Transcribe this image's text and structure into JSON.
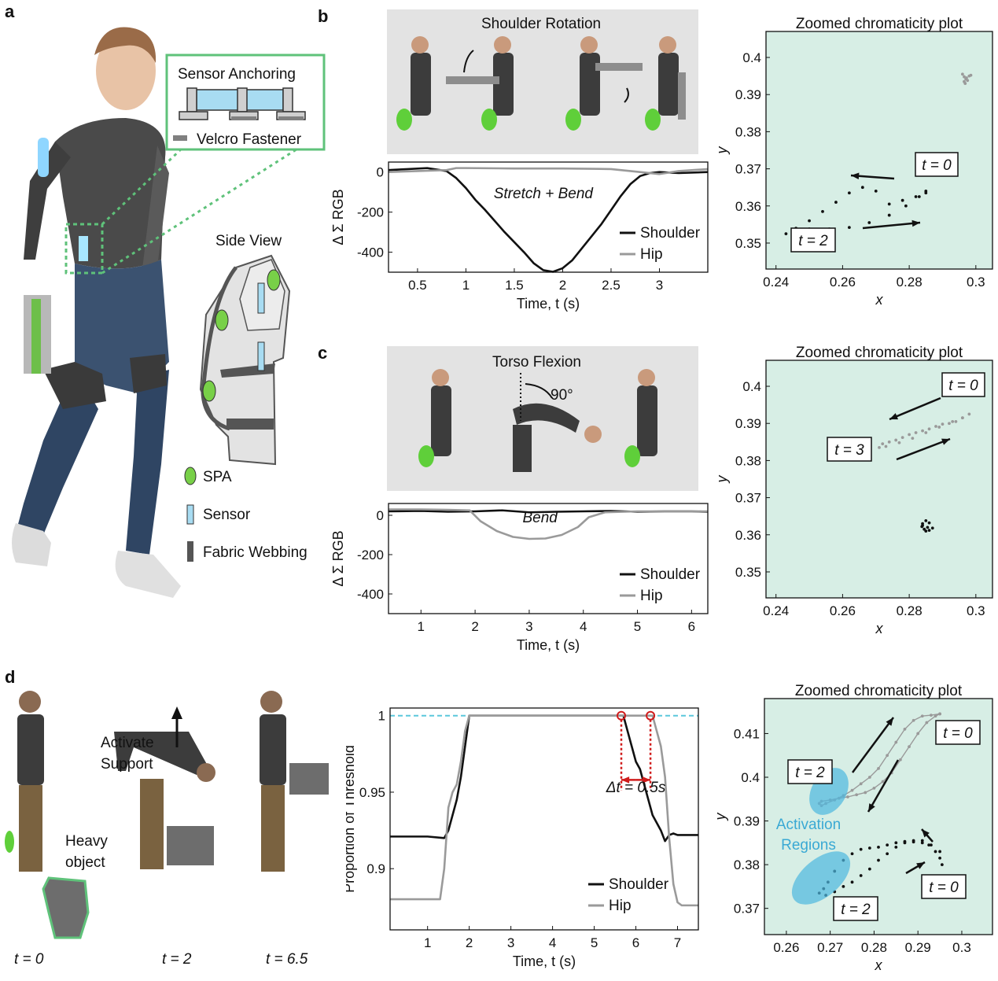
{
  "panels": {
    "a": "a",
    "b": "b",
    "c": "c",
    "d": "d"
  },
  "panel_a": {
    "sensor_anchoring": "Sensor Anchoring",
    "velcro": "Velcro Fastener",
    "side_view": "Side View",
    "legend": [
      "SPA",
      "Sensor",
      "Fabric Webbing"
    ]
  },
  "panel_b": {
    "photo_title": "Shoulder Rotation"
  },
  "panel_c": {
    "photo_title": "Torso Flexion",
    "angle": "90°"
  },
  "panel_d": {
    "activate": [
      "Activate",
      "Support"
    ],
    "heavy": [
      "Heavy",
      "object"
    ],
    "time_labels": [
      "t = 0",
      "t = 2",
      "t = 6.5"
    ]
  },
  "colors": {
    "shoulder": "#111111",
    "hip": "#9a9a9a",
    "threshold": "#5bc8dc",
    "marker": "#d01c1c",
    "chroma_bg": "#d7eee5",
    "activation": "#4db8e0"
  },
  "chart_data": [
    {
      "id": "b_time",
      "type": "line",
      "xlabel": "Time, t (s)",
      "ylabel": "Δ Σ RGB",
      "xlim": [
        0.2,
        3.5
      ],
      "ylim": [
        -500,
        50
      ],
      "xticks": [
        0.5,
        1,
        1.5,
        2,
        2.5,
        3
      ],
      "xtick_labels": [
        "0.5",
        "1",
        "1.5",
        "2",
        "2.5",
        "3"
      ],
      "yticks": [
        0,
        -200,
        -400
      ],
      "ytick_labels": [
        "0",
        "-200",
        "-400"
      ],
      "annotation": "Stretch + Bend",
      "legend": "bottom-right",
      "series": [
        {
          "name": "Shoulder",
          "x": [
            0.2,
            0.4,
            0.6,
            0.8,
            0.9,
            1.0,
            1.1,
            1.2,
            1.3,
            1.4,
            1.5,
            1.6,
            1.7,
            1.8,
            1.9,
            2.0,
            2.1,
            2.2,
            2.3,
            2.4,
            2.5,
            2.6,
            2.7,
            2.8,
            2.9,
            3.0,
            3.2,
            3.5
          ],
          "y": [
            10,
            15,
            20,
            5,
            -30,
            -80,
            -140,
            -190,
            -245,
            -300,
            -350,
            -400,
            -455,
            -490,
            -498,
            -480,
            -440,
            -380,
            -320,
            -260,
            -190,
            -120,
            -60,
            -20,
            -5,
            0,
            -5,
            0
          ]
        },
        {
          "name": "Hip",
          "x": [
            0.2,
            0.5,
            0.8,
            0.9,
            1.0,
            1.5,
            2.0,
            2.5,
            2.8,
            3.0,
            3.2,
            3.5
          ],
          "y": [
            0,
            5,
            10,
            20,
            20,
            18,
            18,
            15,
            0,
            -10,
            5,
            15
          ]
        }
      ]
    },
    {
      "id": "b_chroma",
      "type": "scatter",
      "title": "Zoomed chromaticity plot",
      "xlabel": "x",
      "ylabel": "y",
      "xlim": [
        0.237,
        0.305
      ],
      "ylim": [
        0.343,
        0.407
      ],
      "xticks": [
        0.24,
        0.26,
        0.28,
        0.3
      ],
      "xtick_labels": [
        "0.24",
        "0.26",
        "0.28",
        "0.3"
      ],
      "yticks": [
        0.35,
        0.36,
        0.37,
        0.38,
        0.39,
        0.4
      ],
      "ytick_labels": [
        "0.35",
        "0.36",
        "0.37",
        "0.38",
        "0.39",
        "0.4"
      ],
      "annotations": [
        "t = 0",
        "t = 2"
      ],
      "series": [
        {
          "name": "Shoulder",
          "x": [
            0.285,
            0.282,
            0.278,
            0.274,
            0.27,
            0.266,
            0.262,
            0.258,
            0.254,
            0.25,
            0.246,
            0.243,
            0.245,
            0.25,
            0.256,
            0.262,
            0.268,
            0.274,
            0.279,
            0.283,
            0.285
          ],
          "y": [
            0.3635,
            0.3625,
            0.3615,
            0.3605,
            0.364,
            0.365,
            0.3635,
            0.361,
            0.3585,
            0.356,
            0.354,
            0.3525,
            0.353,
            0.3538,
            0.3538,
            0.3542,
            0.3555,
            0.3575,
            0.36,
            0.3625,
            0.364
          ]
        },
        {
          "name": "Hip",
          "x": [
            0.296,
            0.2965,
            0.297,
            0.2975,
            0.298,
            0.2965,
            0.2972,
            0.2985,
            0.2968
          ],
          "y": [
            0.3955,
            0.3948,
            0.3942,
            0.3938,
            0.395,
            0.3935,
            0.3945,
            0.3952,
            0.393
          ]
        }
      ]
    },
    {
      "id": "c_time",
      "type": "line",
      "xlabel": "Time, t (s)",
      "ylabel": "Δ Σ RGB",
      "xlim": [
        0.4,
        6.3
      ],
      "ylim": [
        -500,
        60
      ],
      "xticks": [
        1,
        2,
        3,
        4,
        5,
        6
      ],
      "xtick_labels": [
        "1",
        "2",
        "3",
        "4",
        "5",
        "6"
      ],
      "yticks": [
        0,
        -200,
        -400
      ],
      "ytick_labels": [
        "0",
        "-200",
        "-400"
      ],
      "annotation": "Bend",
      "legend": "bottom-right",
      "series": [
        {
          "name": "Shoulder",
          "x": [
            0.4,
            1.0,
            1.5,
            2.0,
            2.5,
            3.0,
            3.5,
            4.0,
            4.5,
            5.0,
            5.5,
            6.0,
            6.3
          ],
          "y": [
            20,
            22,
            18,
            20,
            25,
            15,
            18,
            20,
            22,
            18,
            20,
            20,
            18
          ]
        },
        {
          "name": "Hip",
          "x": [
            0.4,
            1.0,
            1.5,
            1.9,
            2.1,
            2.4,
            2.7,
            3.0,
            3.3,
            3.6,
            3.9,
            4.1,
            4.4,
            5.0,
            5.5,
            6.0,
            6.3
          ],
          "y": [
            30,
            30,
            28,
            25,
            -30,
            -80,
            -110,
            -120,
            -118,
            -100,
            -60,
            -10,
            15,
            20,
            20,
            20,
            20
          ]
        }
      ]
    },
    {
      "id": "c_chroma",
      "type": "scatter",
      "title": "Zoomed chromaticity plot",
      "xlabel": "x",
      "ylabel": "y",
      "xlim": [
        0.237,
        0.305
      ],
      "ylim": [
        0.343,
        0.407
      ],
      "xticks": [
        0.24,
        0.26,
        0.28,
        0.3
      ],
      "xtick_labels": [
        "0.24",
        "0.26",
        "0.28",
        "0.3"
      ],
      "yticks": [
        0.35,
        0.36,
        0.37,
        0.38,
        0.39,
        0.4
      ],
      "ytick_labels": [
        "0.35",
        "0.36",
        "0.37",
        "0.38",
        "0.39",
        "0.4"
      ],
      "annotations": [
        "t = 0",
        "t = 3"
      ],
      "series": [
        {
          "name": "Shoulder",
          "x": [
            0.284,
            0.285,
            0.286,
            0.2855,
            0.284,
            0.2845,
            0.286,
            0.287,
            0.285,
            0.2838
          ],
          "y": [
            0.363,
            0.3638,
            0.3632,
            0.362,
            0.3625,
            0.3615,
            0.3612,
            0.3618,
            0.361,
            0.3622
          ]
        },
        {
          "name": "Hip",
          "x": [
            0.298,
            0.296,
            0.294,
            0.292,
            0.29,
            0.288,
            0.286,
            0.284,
            0.282,
            0.28,
            0.278,
            0.276,
            0.274,
            0.272,
            0.271,
            0.273,
            0.277,
            0.281,
            0.285,
            0.289,
            0.293,
            0.296
          ],
          "y": [
            0.3925,
            0.3915,
            0.3905,
            0.39,
            0.3898,
            0.3892,
            0.3885,
            0.388,
            0.3875,
            0.387,
            0.3862,
            0.3855,
            0.385,
            0.3845,
            0.3835,
            0.3838,
            0.3848,
            0.386,
            0.3875,
            0.389,
            0.3905,
            0.3915
          ]
        }
      ]
    },
    {
      "id": "d_time",
      "type": "line",
      "xlabel": "Time, t (s)",
      "ylabel": "Proportion of Threshold",
      "xlim": [
        0.1,
        7.5
      ],
      "ylim": [
        0.86,
        1.005
      ],
      "xticks": [
        1,
        2,
        3,
        4,
        5,
        6,
        7
      ],
      "xtick_labels": [
        "1",
        "2",
        "3",
        "4",
        "5",
        "6",
        "7"
      ],
      "yticks": [
        0.9,
        0.95,
        1
      ],
      "ytick_labels": [
        "0.9",
        "0.95",
        "1"
      ],
      "threshold": 1,
      "annotation": "Δt = 0.5s",
      "markers": [
        {
          "x": 5.65,
          "y": 1
        },
        {
          "x": 6.35,
          "y": 1
        }
      ],
      "legend": "bottom-right",
      "series": [
        {
          "name": "Shoulder",
          "x": [
            0.1,
            1.0,
            1.4,
            1.5,
            1.6,
            1.7,
            1.8,
            1.9,
            2.0,
            5.7,
            5.8,
            5.9,
            6.0,
            6.1,
            6.2,
            6.3,
            6.4,
            6.5,
            6.6,
            6.7,
            6.8,
            6.9,
            7.0,
            7.5
          ],
          "y": [
            0.921,
            0.921,
            0.92,
            0.925,
            0.935,
            0.945,
            0.96,
            0.98,
            1.0,
            1.0,
            0.99,
            0.98,
            0.97,
            0.965,
            0.955,
            0.945,
            0.935,
            0.93,
            0.925,
            0.918,
            0.922,
            0.923,
            0.922,
            0.922
          ]
        },
        {
          "name": "Hip",
          "x": [
            0.1,
            1.0,
            1.3,
            1.4,
            1.5,
            1.6,
            1.7,
            1.8,
            1.9,
            2.0,
            6.4,
            6.5,
            6.6,
            6.7,
            6.8,
            6.9,
            7.0,
            7.1,
            7.2,
            7.5
          ],
          "y": [
            0.88,
            0.88,
            0.88,
            0.9,
            0.94,
            0.95,
            0.955,
            0.97,
            0.99,
            1.0,
            1.0,
            0.99,
            0.98,
            0.96,
            0.92,
            0.89,
            0.878,
            0.876,
            0.876,
            0.876
          ]
        }
      ]
    },
    {
      "id": "d_chroma",
      "type": "scatter",
      "title": "Zoomed chromaticity plot",
      "xlabel": "x",
      "ylabel": "y",
      "xlim": [
        0.255,
        0.307
      ],
      "ylim": [
        0.364,
        0.418
      ],
      "xticks": [
        0.26,
        0.27,
        0.28,
        0.29,
        0.3
      ],
      "xtick_labels": [
        "0.26",
        "0.27",
        "0.28",
        "0.29",
        "0.3"
      ],
      "yticks": [
        0.37,
        0.38,
        0.39,
        0.4,
        0.41
      ],
      "ytick_labels": [
        "0.37",
        "0.38",
        "0.39",
        "0.4",
        "0.41"
      ],
      "annotations": [
        "t = 0",
        "t = 2",
        "t = 0",
        "t = 2"
      ],
      "region_label": [
        "Activation",
        "Regions"
      ],
      "series": [
        {
          "name": "Shoulder",
          "x": [
            0.2955,
            0.295,
            0.294,
            0.2925,
            0.291,
            0.289,
            0.287,
            0.285,
            0.283,
            0.281,
            0.279,
            0.277,
            0.275,
            0.273,
            0.271,
            0.2695,
            0.2685,
            0.2675,
            0.269,
            0.271,
            0.273,
            0.275,
            0.277,
            0.279,
            0.281,
            0.283,
            0.285,
            0.287,
            0.289,
            0.291,
            0.293,
            0.295
          ],
          "y": [
            0.38,
            0.3815,
            0.383,
            0.3845,
            0.385,
            0.3852,
            0.3853,
            0.385,
            0.3845,
            0.384,
            0.3838,
            0.3835,
            0.3825,
            0.381,
            0.3785,
            0.376,
            0.3745,
            0.3735,
            0.373,
            0.3738,
            0.375,
            0.376,
            0.3775,
            0.379,
            0.381,
            0.3825,
            0.384,
            0.385,
            0.3855,
            0.3855,
            0.3845,
            0.383
          ]
        },
        {
          "name": "Hip",
          "x": [
            0.295,
            0.293,
            0.291,
            0.289,
            0.287,
            0.285,
            0.283,
            0.281,
            0.279,
            0.277,
            0.275,
            0.273,
            0.271,
            0.269,
            0.268,
            0.2675,
            0.268,
            0.27,
            0.272,
            0.274,
            0.276,
            0.278,
            0.28,
            0.282,
            0.284,
            0.286,
            0.288,
            0.29,
            0.292,
            0.294,
            0.295
          ],
          "y": [
            0.4145,
            0.4142,
            0.414,
            0.413,
            0.411,
            0.408,
            0.405,
            0.402,
            0.4,
            0.3985,
            0.397,
            0.3958,
            0.3948,
            0.394,
            0.3935,
            0.394,
            0.3945,
            0.3948,
            0.3952,
            0.3955,
            0.396,
            0.3965,
            0.3975,
            0.399,
            0.401,
            0.404,
            0.407,
            0.41,
            0.4125,
            0.414,
            0.4145
          ]
        }
      ]
    }
  ]
}
